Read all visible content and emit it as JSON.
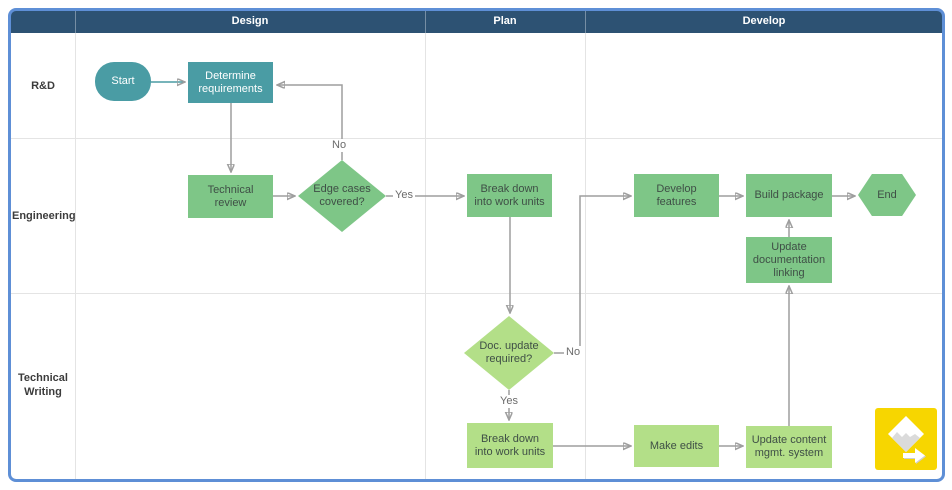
{
  "phases": [
    {
      "label": "Design"
    },
    {
      "label": "Plan"
    },
    {
      "label": "Develop"
    }
  ],
  "lanes": [
    {
      "label": "R&D"
    },
    {
      "label": "Engineering"
    },
    {
      "label": "Technical Writing"
    }
  ],
  "nodes": {
    "start": {
      "label": "Start"
    },
    "determine_requirements": {
      "label": "Determine requirements"
    },
    "technical_review": {
      "label": "Technical review"
    },
    "edge_cases_covered": {
      "label": "Edge cases covered?"
    },
    "break_down_work_units_plan": {
      "label": "Break down into work units"
    },
    "develop_features": {
      "label": "Develop features"
    },
    "build_package": {
      "label": "Build package"
    },
    "end": {
      "label": "End"
    },
    "update_documentation_linking": {
      "label": "Update documentation linking"
    },
    "doc_update_required": {
      "label": "Doc. update required?"
    },
    "break_down_work_units_writing": {
      "label": "Break down into work units"
    },
    "make_edits": {
      "label": "Make edits"
    },
    "update_content_mgmt_system": {
      "label": "Update content mgmt. system"
    }
  },
  "edge_labels": {
    "edge_cases_no": "No",
    "edge_cases_yes": "Yes",
    "doc_update_no": "No",
    "doc_update_yes": "Yes"
  },
  "colors": {
    "header_navy": "#2D5273",
    "frame_blue": "#5E8FD6",
    "teal": "#4A9CA4",
    "green": "#7EC687",
    "light_green": "#B3DF88",
    "connector_gray": "#9E9E9E",
    "logo_yellow": "#F7D600"
  }
}
